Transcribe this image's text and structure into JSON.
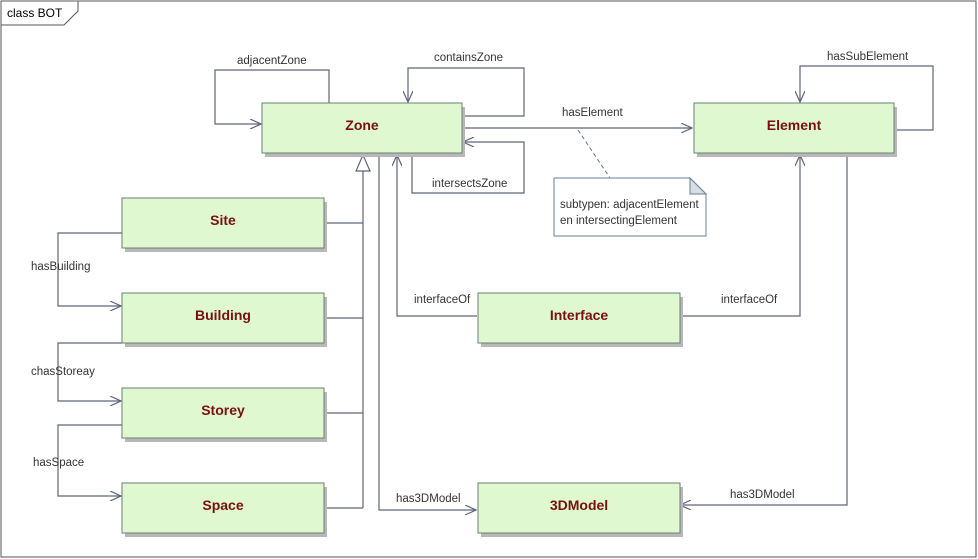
{
  "frame": {
    "title": "class BOT"
  },
  "classes": {
    "zone": "Zone",
    "element": "Element",
    "site": "Site",
    "building": "Building",
    "storey": "Storey",
    "space": "Space",
    "interface": "Interface",
    "model3d": "3DModel"
  },
  "associations": {
    "adjacentZone": "adjacentZone",
    "containsZone": "containsZone",
    "intersectsZone": "intersectsZone",
    "hasElement": "hasElement",
    "hasSubElement": "hasSubElement",
    "hasBuilding": "hasBuilding",
    "chasStoreay": "chasStoreay",
    "hasSpace": "hasSpace",
    "interfaceOfZone": "interfaceOf",
    "interfaceOfElement": "interfaceOf",
    "has3DModelZone": "has3DModel",
    "has3DModelElement": "has3DModel"
  },
  "note": {
    "line1": "subtypen: adjacentElement",
    "line2": "en intersectingElement"
  }
}
